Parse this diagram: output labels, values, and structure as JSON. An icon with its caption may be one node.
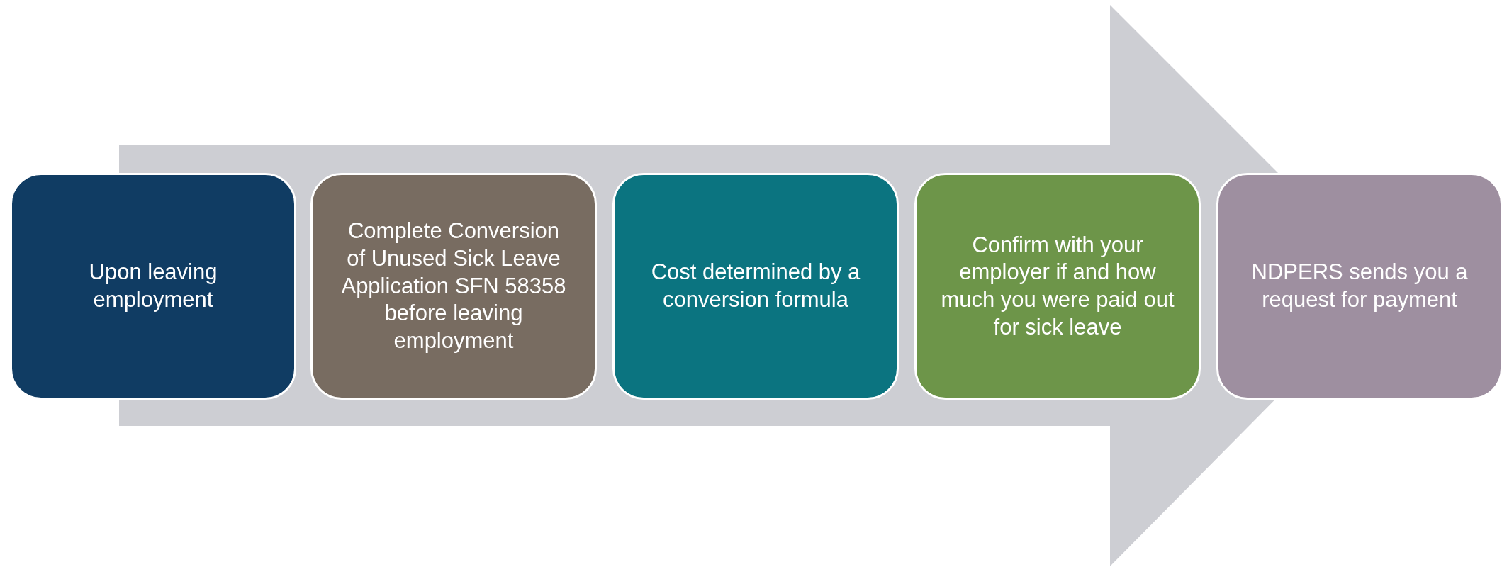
{
  "diagram": {
    "nodes": [
      {
        "text": [
          "Upon leaving employment"
        ]
      },
      {
        "text": [
          "Complete Conversion of Unused Sick Leave Application SFN 58358 before leaving employment"
        ]
      },
      {
        "text": [
          "Cost determined by a conversion formula"
        ]
      },
      {
        "text": [
          "Confirm with your employer if and how much you were paid out for sick leave"
        ]
      },
      {
        "text": [
          "NDPERS sends you a request for payment"
        ]
      }
    ],
    "edges": [
      {
        "from": 0,
        "to": 4,
        "arrow": "to"
      }
    ]
  }
}
